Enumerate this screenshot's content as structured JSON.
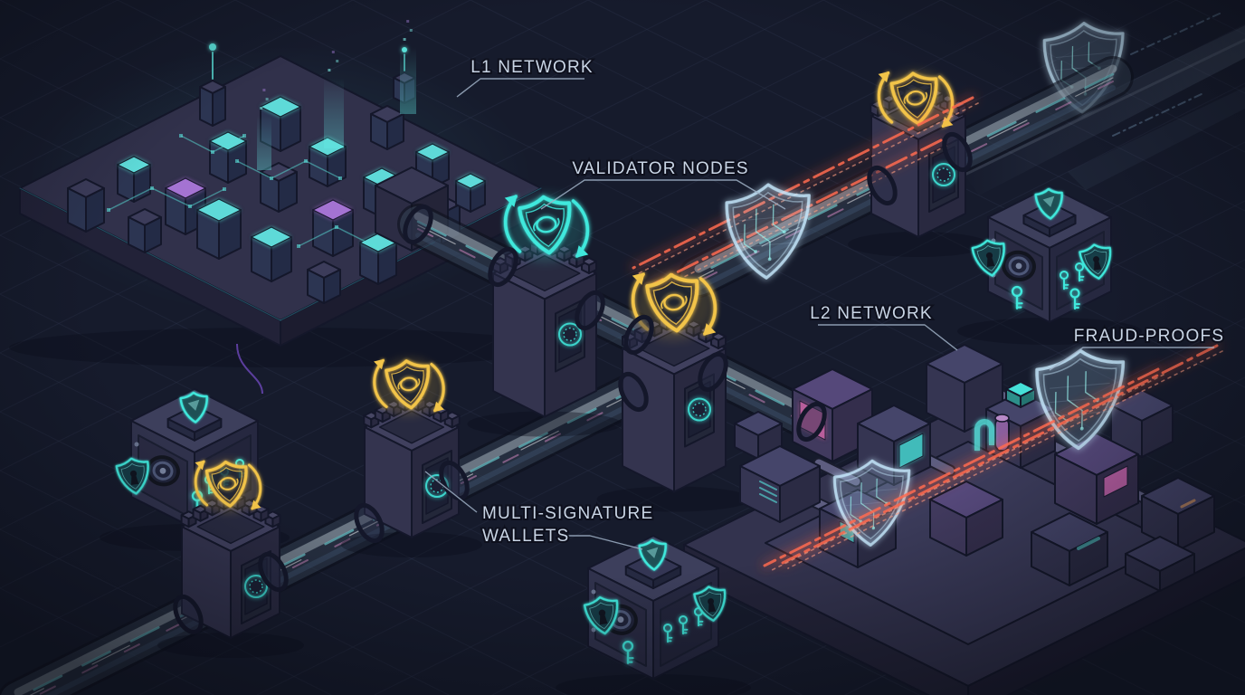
{
  "diagram": {
    "labels": {
      "l1_network": "L1 NETWORK",
      "validator_nodes": "VALIDATOR NODES",
      "l2_network": "L2 NETWORK",
      "fraud_proofs": "FRAUD-PROOFS",
      "multi_signature_wallets_line1": "MULTI-SIGNATURE",
      "multi_signature_wallets_line2": "WALLETS"
    },
    "components": {
      "validator_towers": [
        {
          "shield": "cyan"
        },
        {
          "shield": "gold"
        },
        {
          "shield": "gold"
        },
        {
          "shield": "gold"
        },
        {
          "shield": "gold"
        }
      ],
      "multisig_vaults": 3,
      "fraud_proof_holo_shields": 4,
      "networks": [
        "L1",
        "L2"
      ]
    },
    "colors": {
      "background": "#161b2c",
      "grid_line": "#2a3148",
      "label_text": "#c9d5e5",
      "leader_line": "#9fb0c6",
      "cyan_glow": "#3fe8dc",
      "gold_glow": "#f2c449",
      "red_stream": "#ff6b50",
      "pink_accent": "#e06ab0",
      "purple_accent": "#9b6fd0",
      "platform_top": "#31314b",
      "platform_side": "#222238",
      "tower_top": "#40405e",
      "tower_left": "#34344f",
      "tower_right": "#292940",
      "tower_panel": "#232739",
      "crenellation": "#474764",
      "vault_top": "#3d3f5c",
      "vault_left": "#30324c",
      "vault_right": "#262840",
      "vault_plinth": "#343654",
      "outline": "#14172a",
      "holo_shield": "#cfe6ff"
    }
  }
}
